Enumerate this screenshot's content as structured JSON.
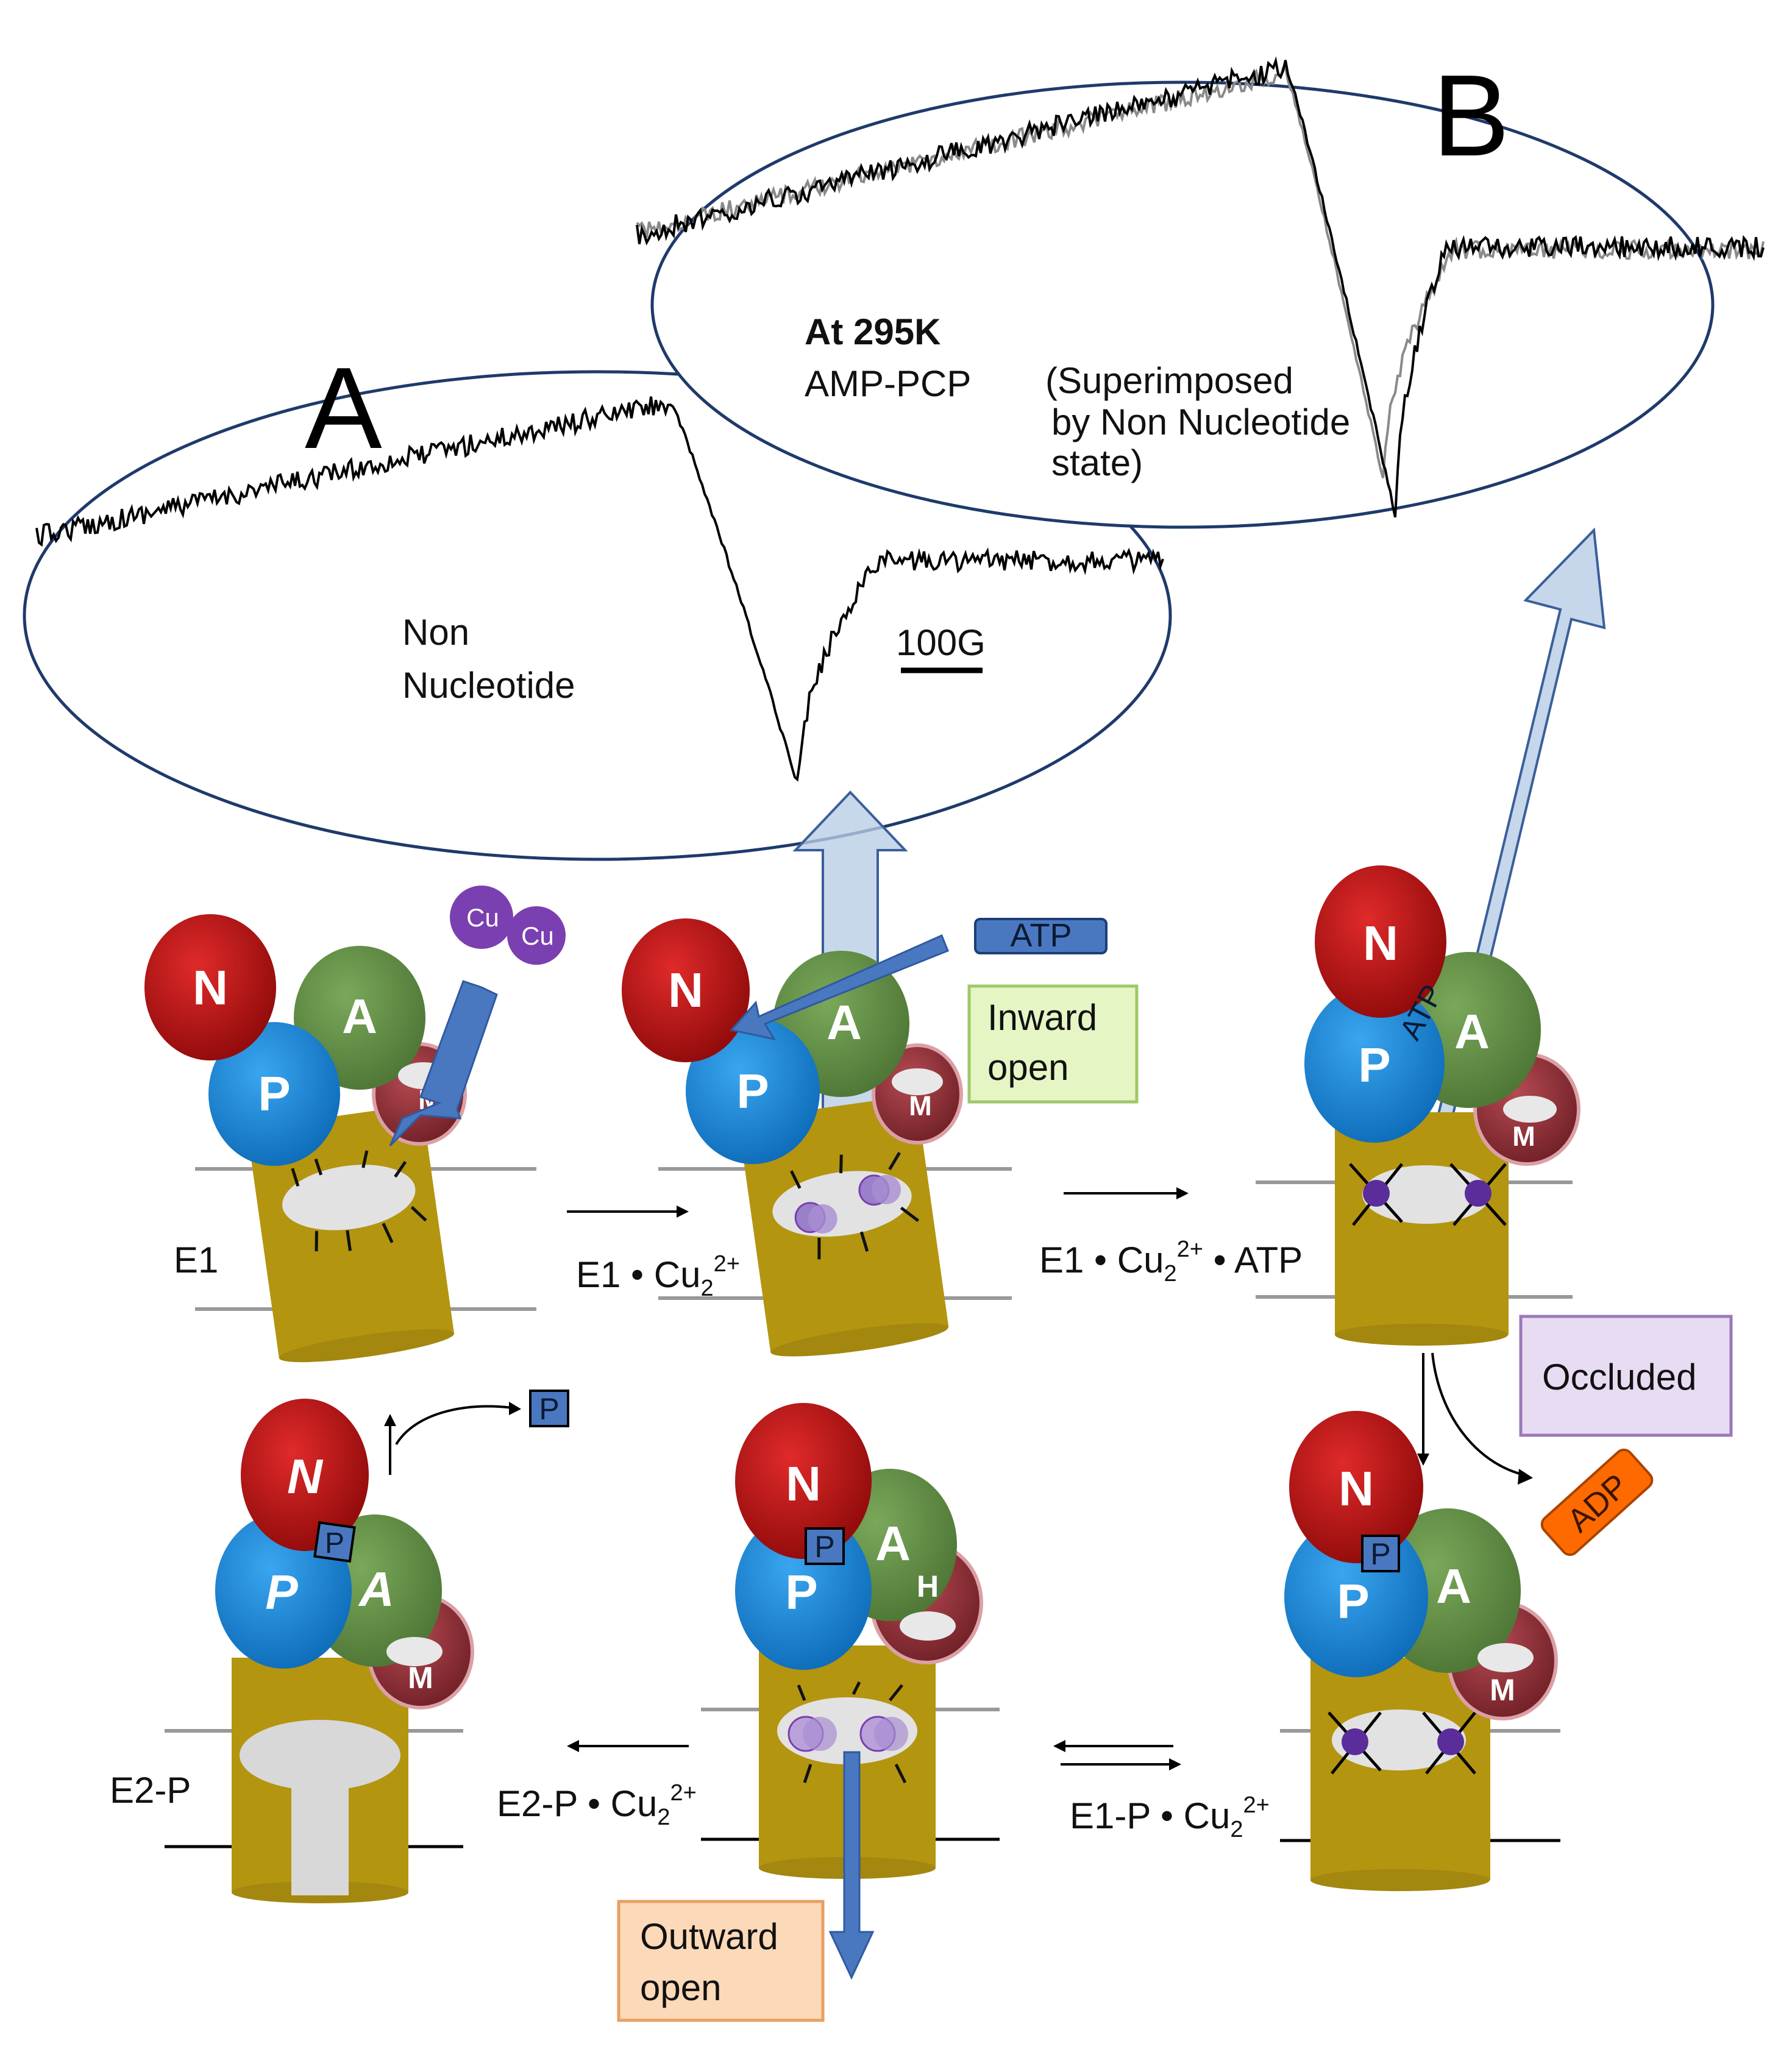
{
  "panel_a": {
    "letter": "A",
    "caption_line1": "Non",
    "caption_line2": "Nucleotide",
    "scale_bar": "100G"
  },
  "panel_b": {
    "letter": "B",
    "temperature": "At 295K",
    "sample": "AMP-PCP",
    "note_line1": "(Superimposed",
    "note_line2": "by Non Nucleotide",
    "note_line3": "state)"
  },
  "domains": {
    "N": "N",
    "P": "P",
    "A": "A",
    "M": "M",
    "H": "H",
    "Cu": "Cu",
    "ATP": "ATP",
    "Pi": "P",
    "ADP": "ADP"
  },
  "states": {
    "e1": "E1",
    "e1_cu_base": "E1 • Cu",
    "e1_cu_atp_base": "E1 • Cu",
    "e1_cu_atp_tail": " • ATP",
    "e2p": "E2-P",
    "e2p_cu_base": "E2-P • Cu",
    "e1p_cu_base": "E1-P • Cu",
    "cu_sub": "2",
    "cu_sup": "2+"
  },
  "conformations": {
    "inward_line1": "Inward",
    "inward_line2": "open",
    "occluded": "Occluded",
    "outward_line1": "Outward",
    "outward_line2": "open"
  },
  "colors": {
    "membrane_body": "#b39510",
    "n_domain": "#b01010",
    "p_domain": "#1e88d8",
    "a_domain": "#5f8a45",
    "m_domain": "#8b2d34",
    "copper": "#7a3fb0",
    "arrow_blue": "#4a78c0",
    "light_arrow": "#b8cde6",
    "adp_orange": "#ff6a00"
  }
}
